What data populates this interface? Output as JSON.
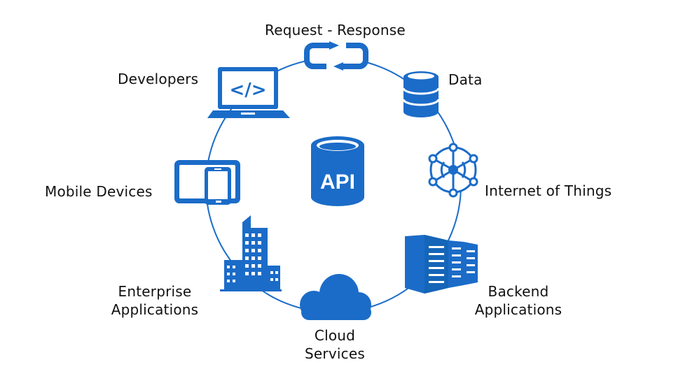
{
  "colors": {
    "accent": "#1B6CC8",
    "line": "#1B6CC8",
    "text": "#111111",
    "background": "#FFFFFF"
  },
  "center": {
    "label": "API",
    "icon": "database-cylinder-icon"
  },
  "nodes": {
    "request_response": {
      "label": "Request - Response",
      "icon": "sync-arrows-icon"
    },
    "data": {
      "label": "Data",
      "icon": "database-icon"
    },
    "iot": {
      "label": "Internet of Things",
      "icon": "iot-hub-icon"
    },
    "backend": {
      "line1": "Backend",
      "line2": "Applications",
      "icon": "server-rack-icon"
    },
    "cloud": {
      "line1": "Cloud",
      "line2": "Services",
      "icon": "cloud-icon"
    },
    "enterprise": {
      "line1": "Enterprise",
      "line2": "Applications",
      "icon": "office-building-icon"
    },
    "mobile": {
      "label": "Mobile Devices",
      "icon": "tablet-phone-icon"
    },
    "developers": {
      "label": "Developers",
      "icon": "laptop-code-icon"
    }
  }
}
